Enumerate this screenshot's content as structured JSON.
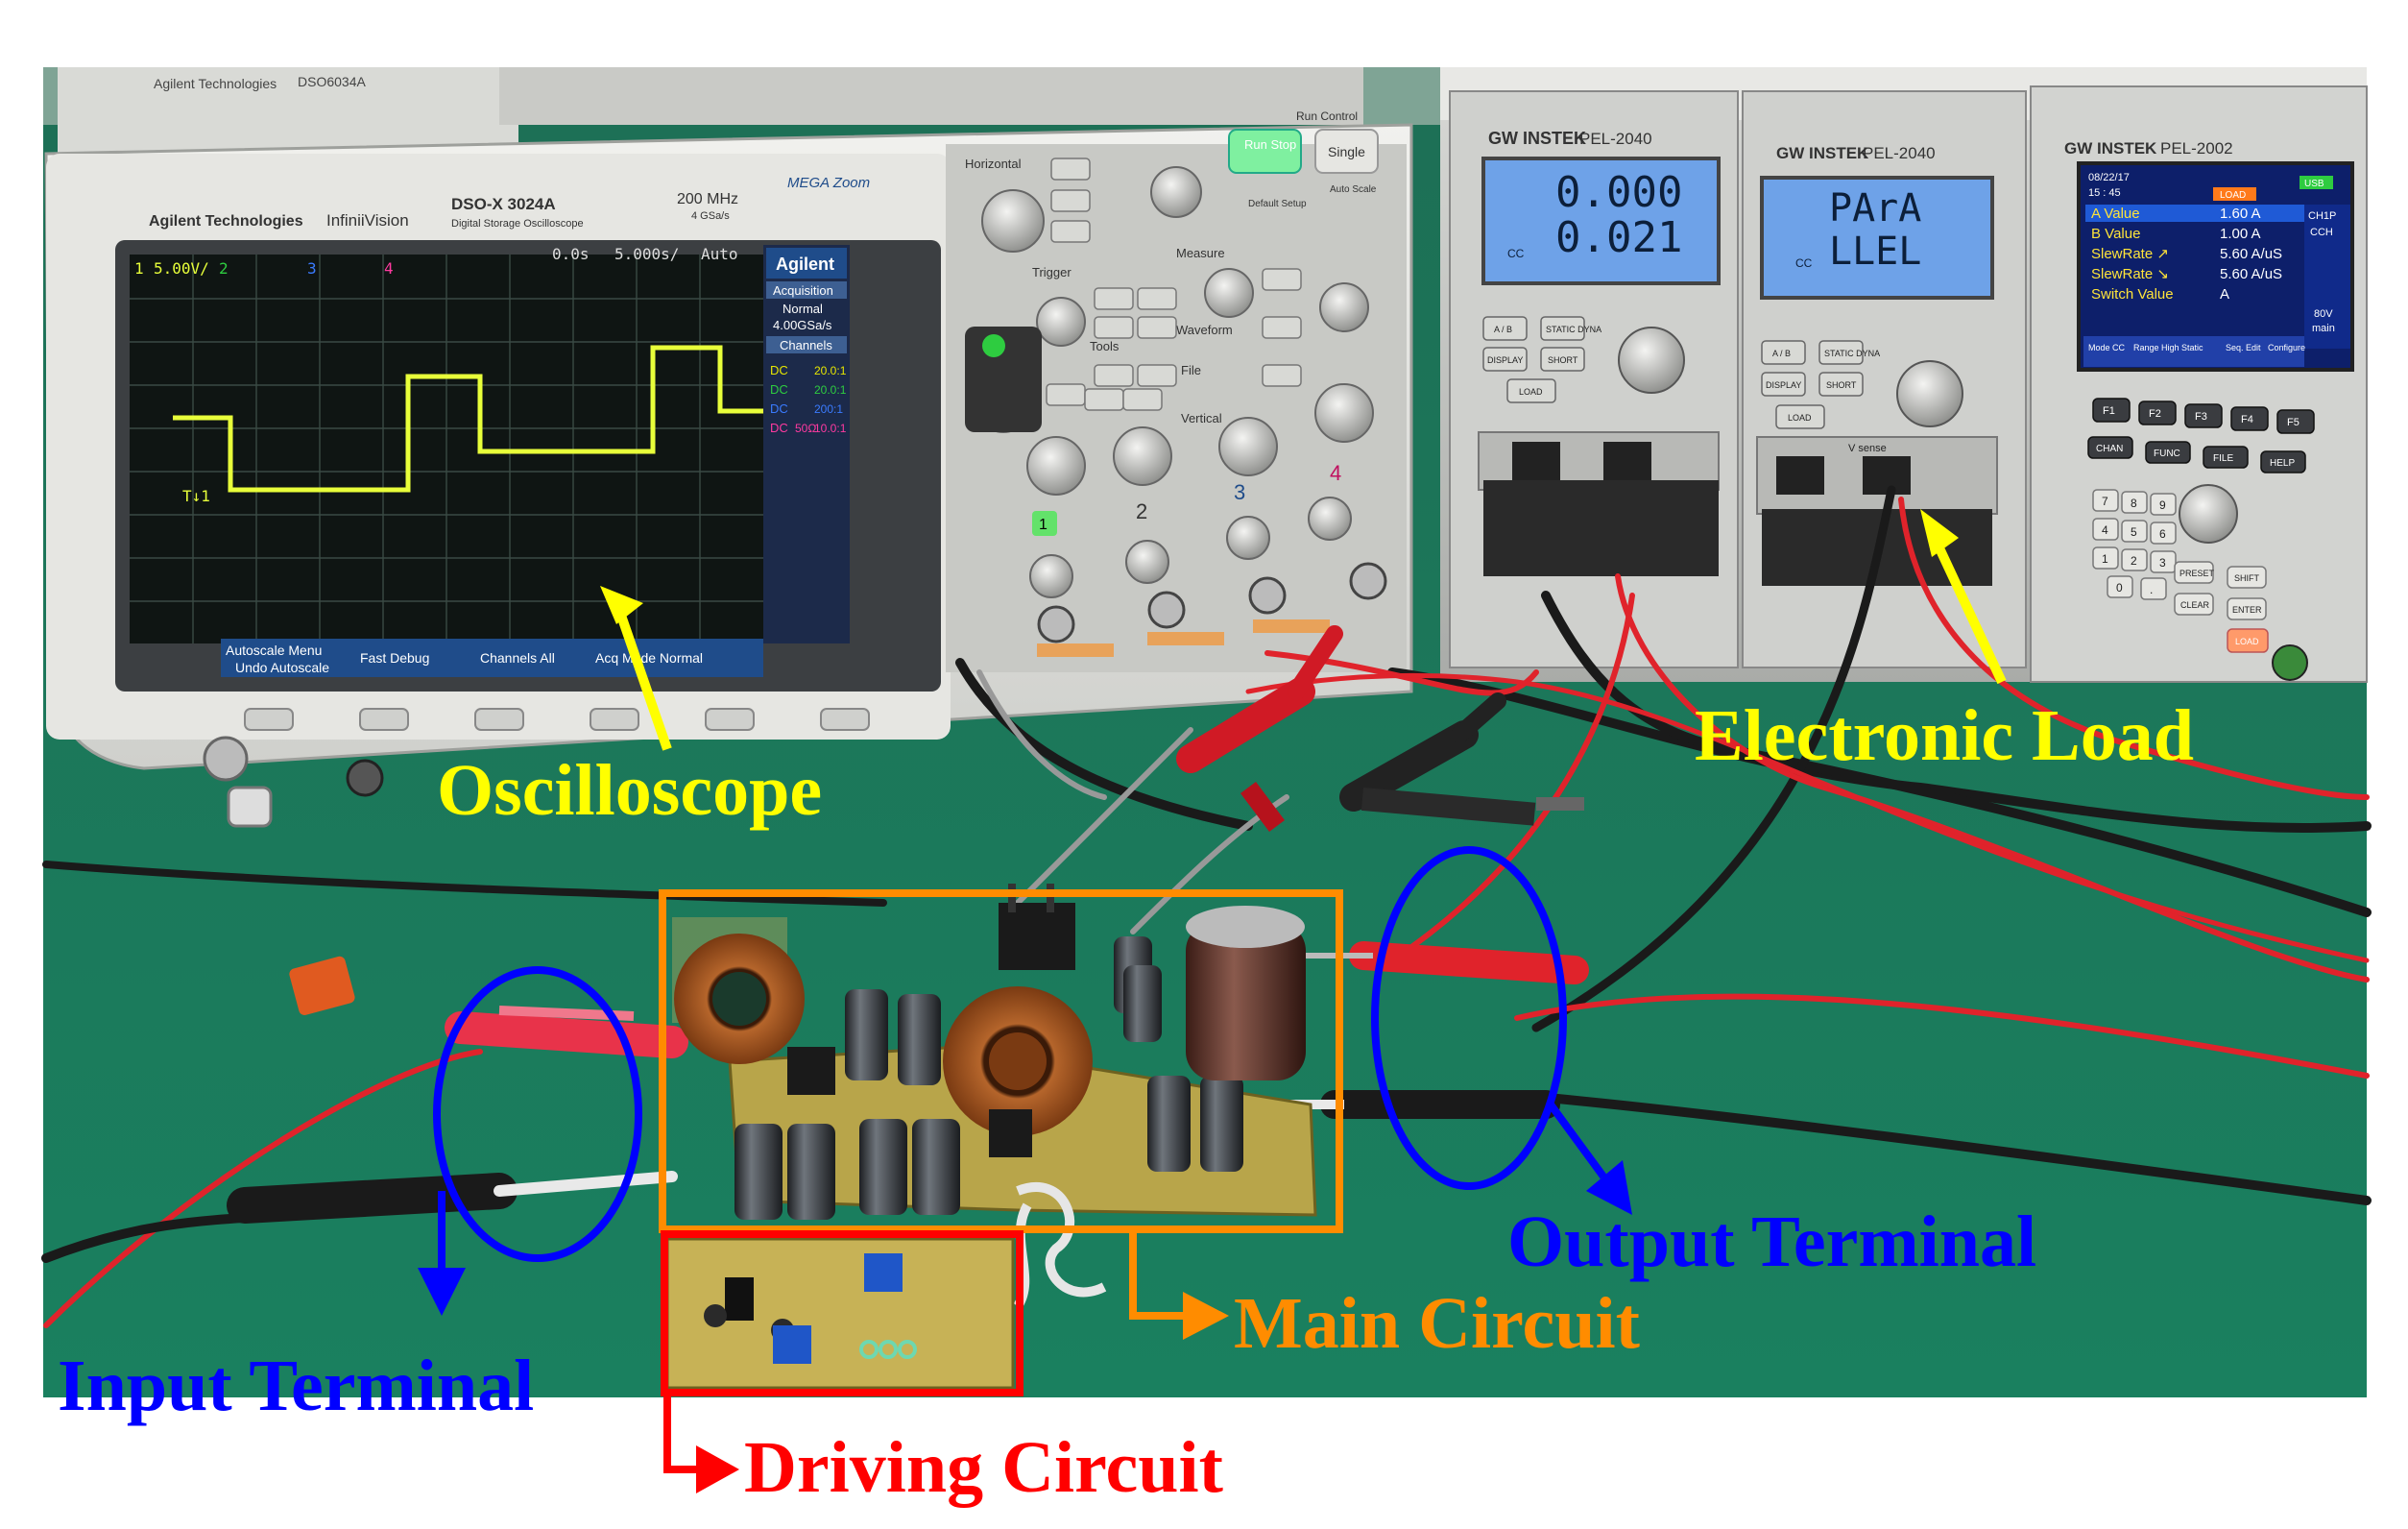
{
  "labels": {
    "oscilloscope": "Oscilloscope",
    "electronic_load": "Electronic Load",
    "output_terminal": "Output Terminal",
    "main_circuit": "Main Circuit",
    "input_terminal": "Input Terminal",
    "driving_circuit": "Driving Circuit"
  },
  "oscilloscope_device": {
    "brand": "Agilent Technologies",
    "series": "InfiniiVision",
    "model": "DSO-X 3024A",
    "subtitle": "Digital Storage Oscilloscope",
    "bandwidth": "200 MHz",
    "sample_rate": "4 GSa/s",
    "megazoom": "MEGA Zoom",
    "top_model": "DSO6034A",
    "panel": {
      "agilent": "Agilent",
      "acquisition": "Acquisition",
      "normal": "Normal",
      "rate": "4.00GSa/s",
      "channels": "Channels",
      "ch_rows": [
        {
          "coupling": "DC",
          "ratio": "20.0:1",
          "color": "#e6e600"
        },
        {
          "coupling": "DC",
          "ratio": "20.0:1",
          "color": "#2ecc40"
        },
        {
          "coupling": "DC",
          "ratio": "200:1",
          "color": "#3a7bff"
        },
        {
          "coupling": "DC",
          "ratio": "10.0:1",
          "color": "#ff3aa0",
          "extra": "50Ω"
        }
      ],
      "top_readout": "5.00V/",
      "timebase": "5.000s/",
      "mode": "Auto",
      "delay": "0.0s",
      "ch2_scale": "2"
    },
    "softkeys": [
      "Autoscale Menu",
      "Undo Autoscale",
      "Fast Debug",
      "Channels All",
      "Acq Mode Normal"
    ],
    "buttons": {
      "run_stop": "Run Stop",
      "single": "Single",
      "horizontal": "Horizontal",
      "trigger": "Trigger",
      "measure": "Measure",
      "waveform": "Waveform",
      "file": "File",
      "tools": "Tools",
      "vertical": "Vertical",
      "default_setup": "Default Setup",
      "auto_scale": "Auto Scale",
      "run_control": "Run Control"
    }
  },
  "electronic_load_device": {
    "brand": "GW INSTEK",
    "unit1_model": "PEL-2040",
    "unit1_display": [
      "0.000",
      "0.021"
    ],
    "unit1_mode": "CC",
    "unit2_model": "PEL-2040",
    "unit2_display": [
      "PArA",
      "LLEL"
    ],
    "unit2_mode": "CC",
    "unit3_model": "PEL-2002",
    "unit3_screen": {
      "date": "08/22/17",
      "time": "15 : 45",
      "load": "LOAD",
      "user": "USB",
      "rows": [
        {
          "k": "A Value",
          "v": "1.60 A"
        },
        {
          "k": "B Value",
          "v": "1.00 A"
        },
        {
          "k": "SlewRate ↗",
          "v": "5.60 A/uS"
        },
        {
          "k": "SlewRate ↘",
          "v": "5.60 A/uS"
        },
        {
          "k": "Switch Value",
          "v": "A"
        }
      ],
      "side": [
        "CH1P",
        "CCH",
        "80V",
        "main"
      ],
      "footer": [
        "Mode CC",
        "Range High",
        "Static",
        "Seq. Edit",
        "Configure"
      ]
    },
    "keys": [
      "A / B",
      "STATIC DYNA",
      "DISPLAY",
      "SHORT",
      "LOAD",
      "CHAN",
      "FUNC",
      "FILE",
      "HELP",
      "PRESET",
      "SHIFT",
      "CLEAR",
      "ENTER",
      "LOAD"
    ],
    "fkeys": [
      "F1",
      "F2",
      "F3",
      "F4",
      "F5"
    ],
    "digits": [
      "7",
      "8",
      "9",
      "4",
      "5",
      "6",
      "1",
      "2",
      "3",
      "0",
      "."
    ],
    "sense": "V sense"
  },
  "colors": {
    "bench": "#1f7a5c",
    "yellow_label": "#ffff00",
    "blue_label": "#0000ff",
    "orange_label": "#ff8c00",
    "red_label": "#ff0000",
    "trace": "#e8ff3a"
  }
}
